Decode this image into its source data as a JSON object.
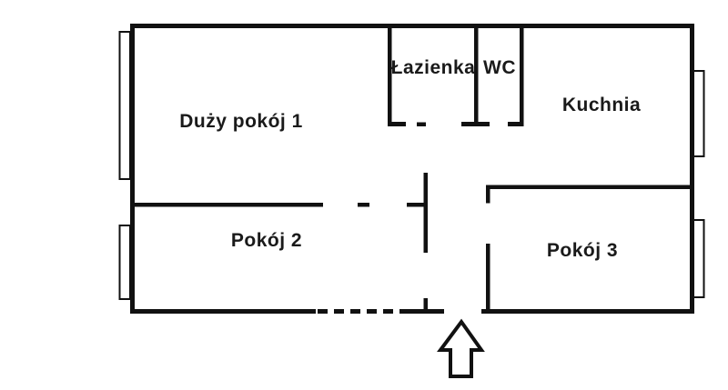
{
  "plan": {
    "type": "apartment-floor-plan",
    "language": "pl",
    "colors": {
      "wall": "#111111",
      "background": "#ffffff",
      "text": "#1a1a1a"
    },
    "rooms": [
      {
        "id": "duzy-pokoj-1",
        "label": "Duży pokój 1"
      },
      {
        "id": "lazienka",
        "label": "Łazienka"
      },
      {
        "id": "wc",
        "label": "WC"
      },
      {
        "id": "kuchnia",
        "label": "Kuchnia"
      },
      {
        "id": "pokoj-2",
        "label": "Pokój 2"
      },
      {
        "id": "pokoj-3",
        "label": "Pokój 3"
      }
    ],
    "windows_count": 4,
    "entrance": {
      "symbol": "up-arrow",
      "meaning": "entrance at bottom of hallway"
    }
  }
}
